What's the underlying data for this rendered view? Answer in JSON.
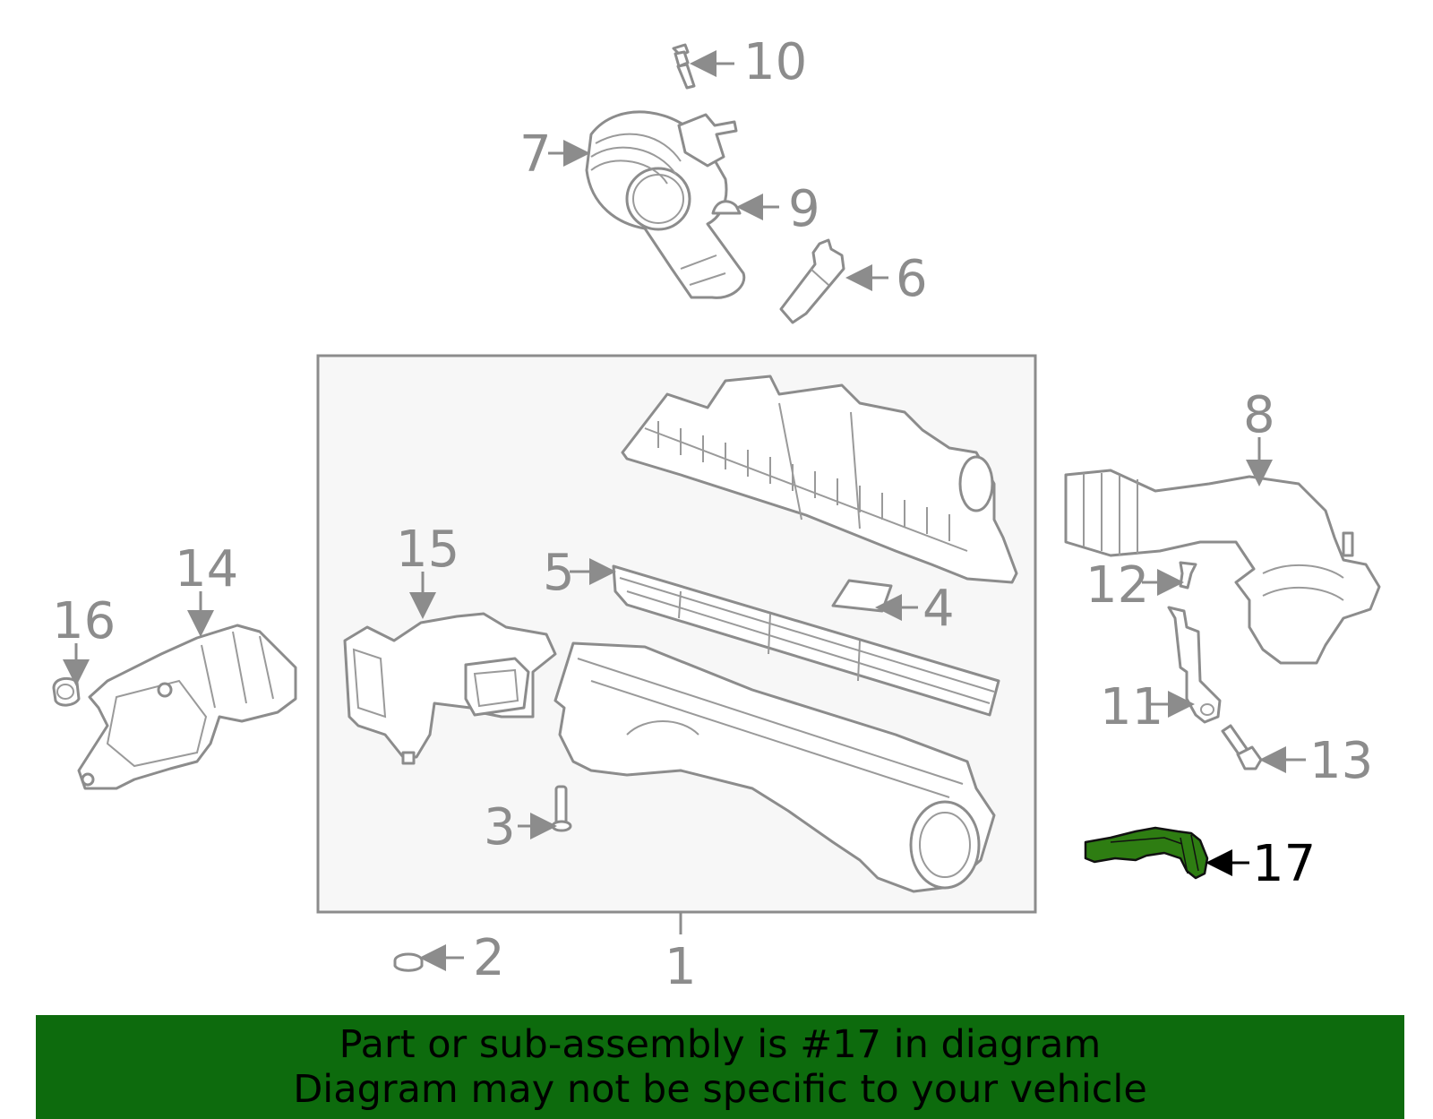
{
  "callouts": {
    "c1": "1",
    "c2": "2",
    "c3": "3",
    "c4": "4",
    "c5": "5",
    "c6": "6",
    "c7": "7",
    "c8": "8",
    "c9": "9",
    "c10": "10",
    "c11": "11",
    "c12": "12",
    "c13": "13",
    "c14": "14",
    "c15": "15",
    "c16": "16",
    "c17": "17"
  },
  "highlighted_part": "17",
  "colors": {
    "highlight_fill": "#2e7d12",
    "banner_background": "#0d6b0d",
    "line_gray": "#8c8c8c"
  },
  "banner": {
    "line1": "Part or sub-assembly is #17 in diagram",
    "line2": "Diagram may not be specific to your vehicle"
  }
}
